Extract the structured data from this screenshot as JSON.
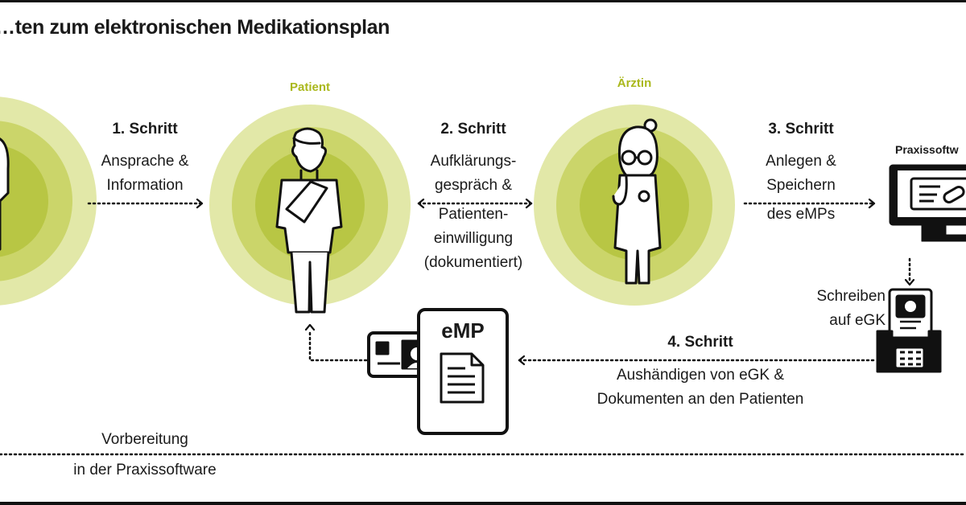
{
  "title": "…ten zum elektronischen Medikationsplan",
  "colors": {
    "accent": "#aab81c",
    "circle_outer": "#e2e8a8",
    "circle_mid": "#cbd56a",
    "circle_inner": "#b8c644"
  },
  "roles": {
    "patient": "Patient",
    "doctor": "Ärztin",
    "software": "Praxissoftw"
  },
  "steps": {
    "step1": {
      "label": "1. Schritt",
      "lines": [
        "Ansprache &",
        "Information"
      ]
    },
    "step2": {
      "label": "2. Schritt",
      "lines": [
        "Aufklärungs-",
        "gespräch &",
        "Patienten-",
        "einwilligung",
        "(dokumentiert)"
      ]
    },
    "step3": {
      "label": "3. Schritt",
      "lines": [
        "Anlegen &",
        "Speichern",
        "des eMPs"
      ]
    },
    "step4": {
      "label": "4. Schritt",
      "lines": [
        "Aushändigen von eGK &",
        "Dokumenten an den Patienten"
      ]
    }
  },
  "write_egk": [
    "Schreiben",
    "auf eGK"
  ],
  "document": {
    "label": "eMP"
  },
  "preparation": [
    "Vorbereitung",
    "in der Praxissoftware"
  ],
  "icons": [
    "person-icon",
    "patient-sling-icon",
    "doctor-icon",
    "monitor-pill-icon",
    "card-reader-icon",
    "health-card-icon",
    "document-icon"
  ]
}
